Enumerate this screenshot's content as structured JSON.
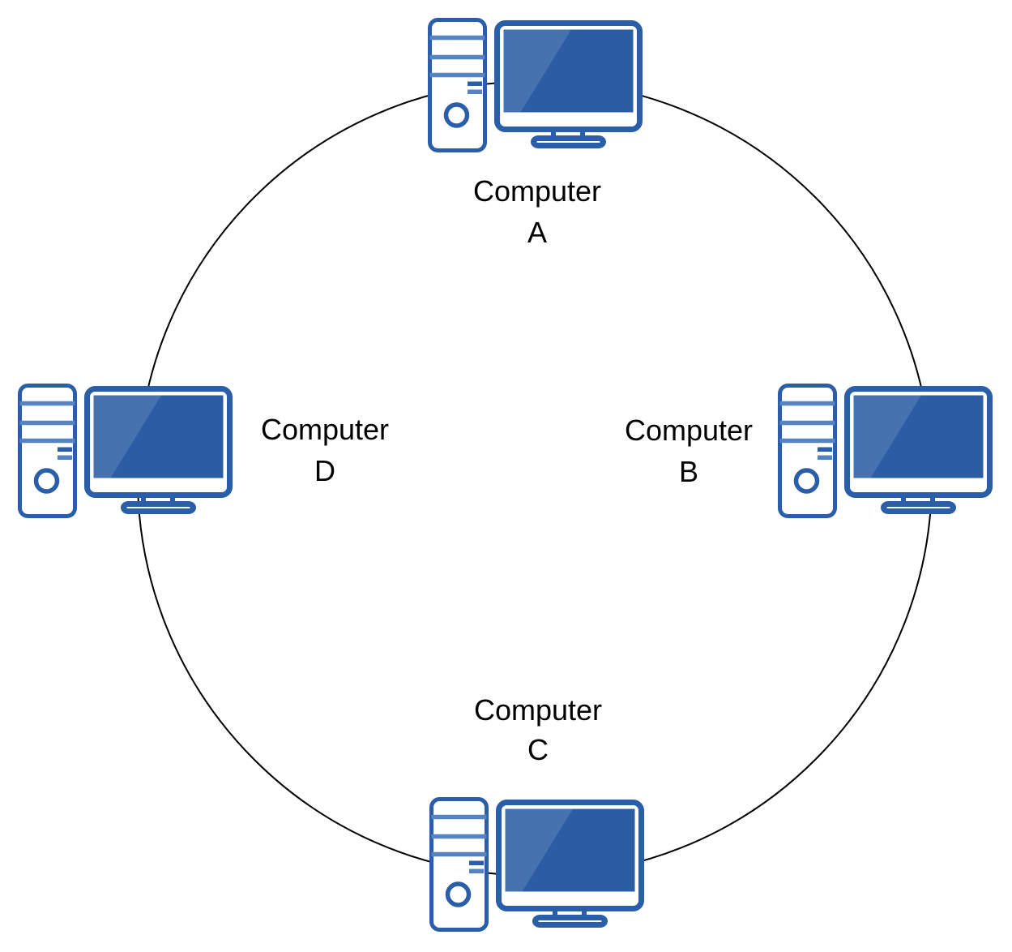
{
  "diagram": {
    "topology": "ring",
    "colors": {
      "icon_stroke": "#2B5EA8",
      "icon_stripe": "#5583C4",
      "screen_fill": "#2B5CA4",
      "screen_highlight": "#4673AF",
      "ring_stroke": "#000000",
      "label_color": "#000000",
      "background": "#FFFFFF"
    },
    "nodes": [
      {
        "id": "A",
        "position": "top",
        "label_line1": "Computer",
        "label_line2": "A"
      },
      {
        "id": "B",
        "position": "right",
        "label_line1": "Computer",
        "label_line2": "B"
      },
      {
        "id": "C",
        "position": "bottom",
        "label_line1": "Computer",
        "label_line2": "C"
      },
      {
        "id": "D",
        "position": "left",
        "label_line1": "Computer",
        "label_line2": "D"
      }
    ]
  }
}
